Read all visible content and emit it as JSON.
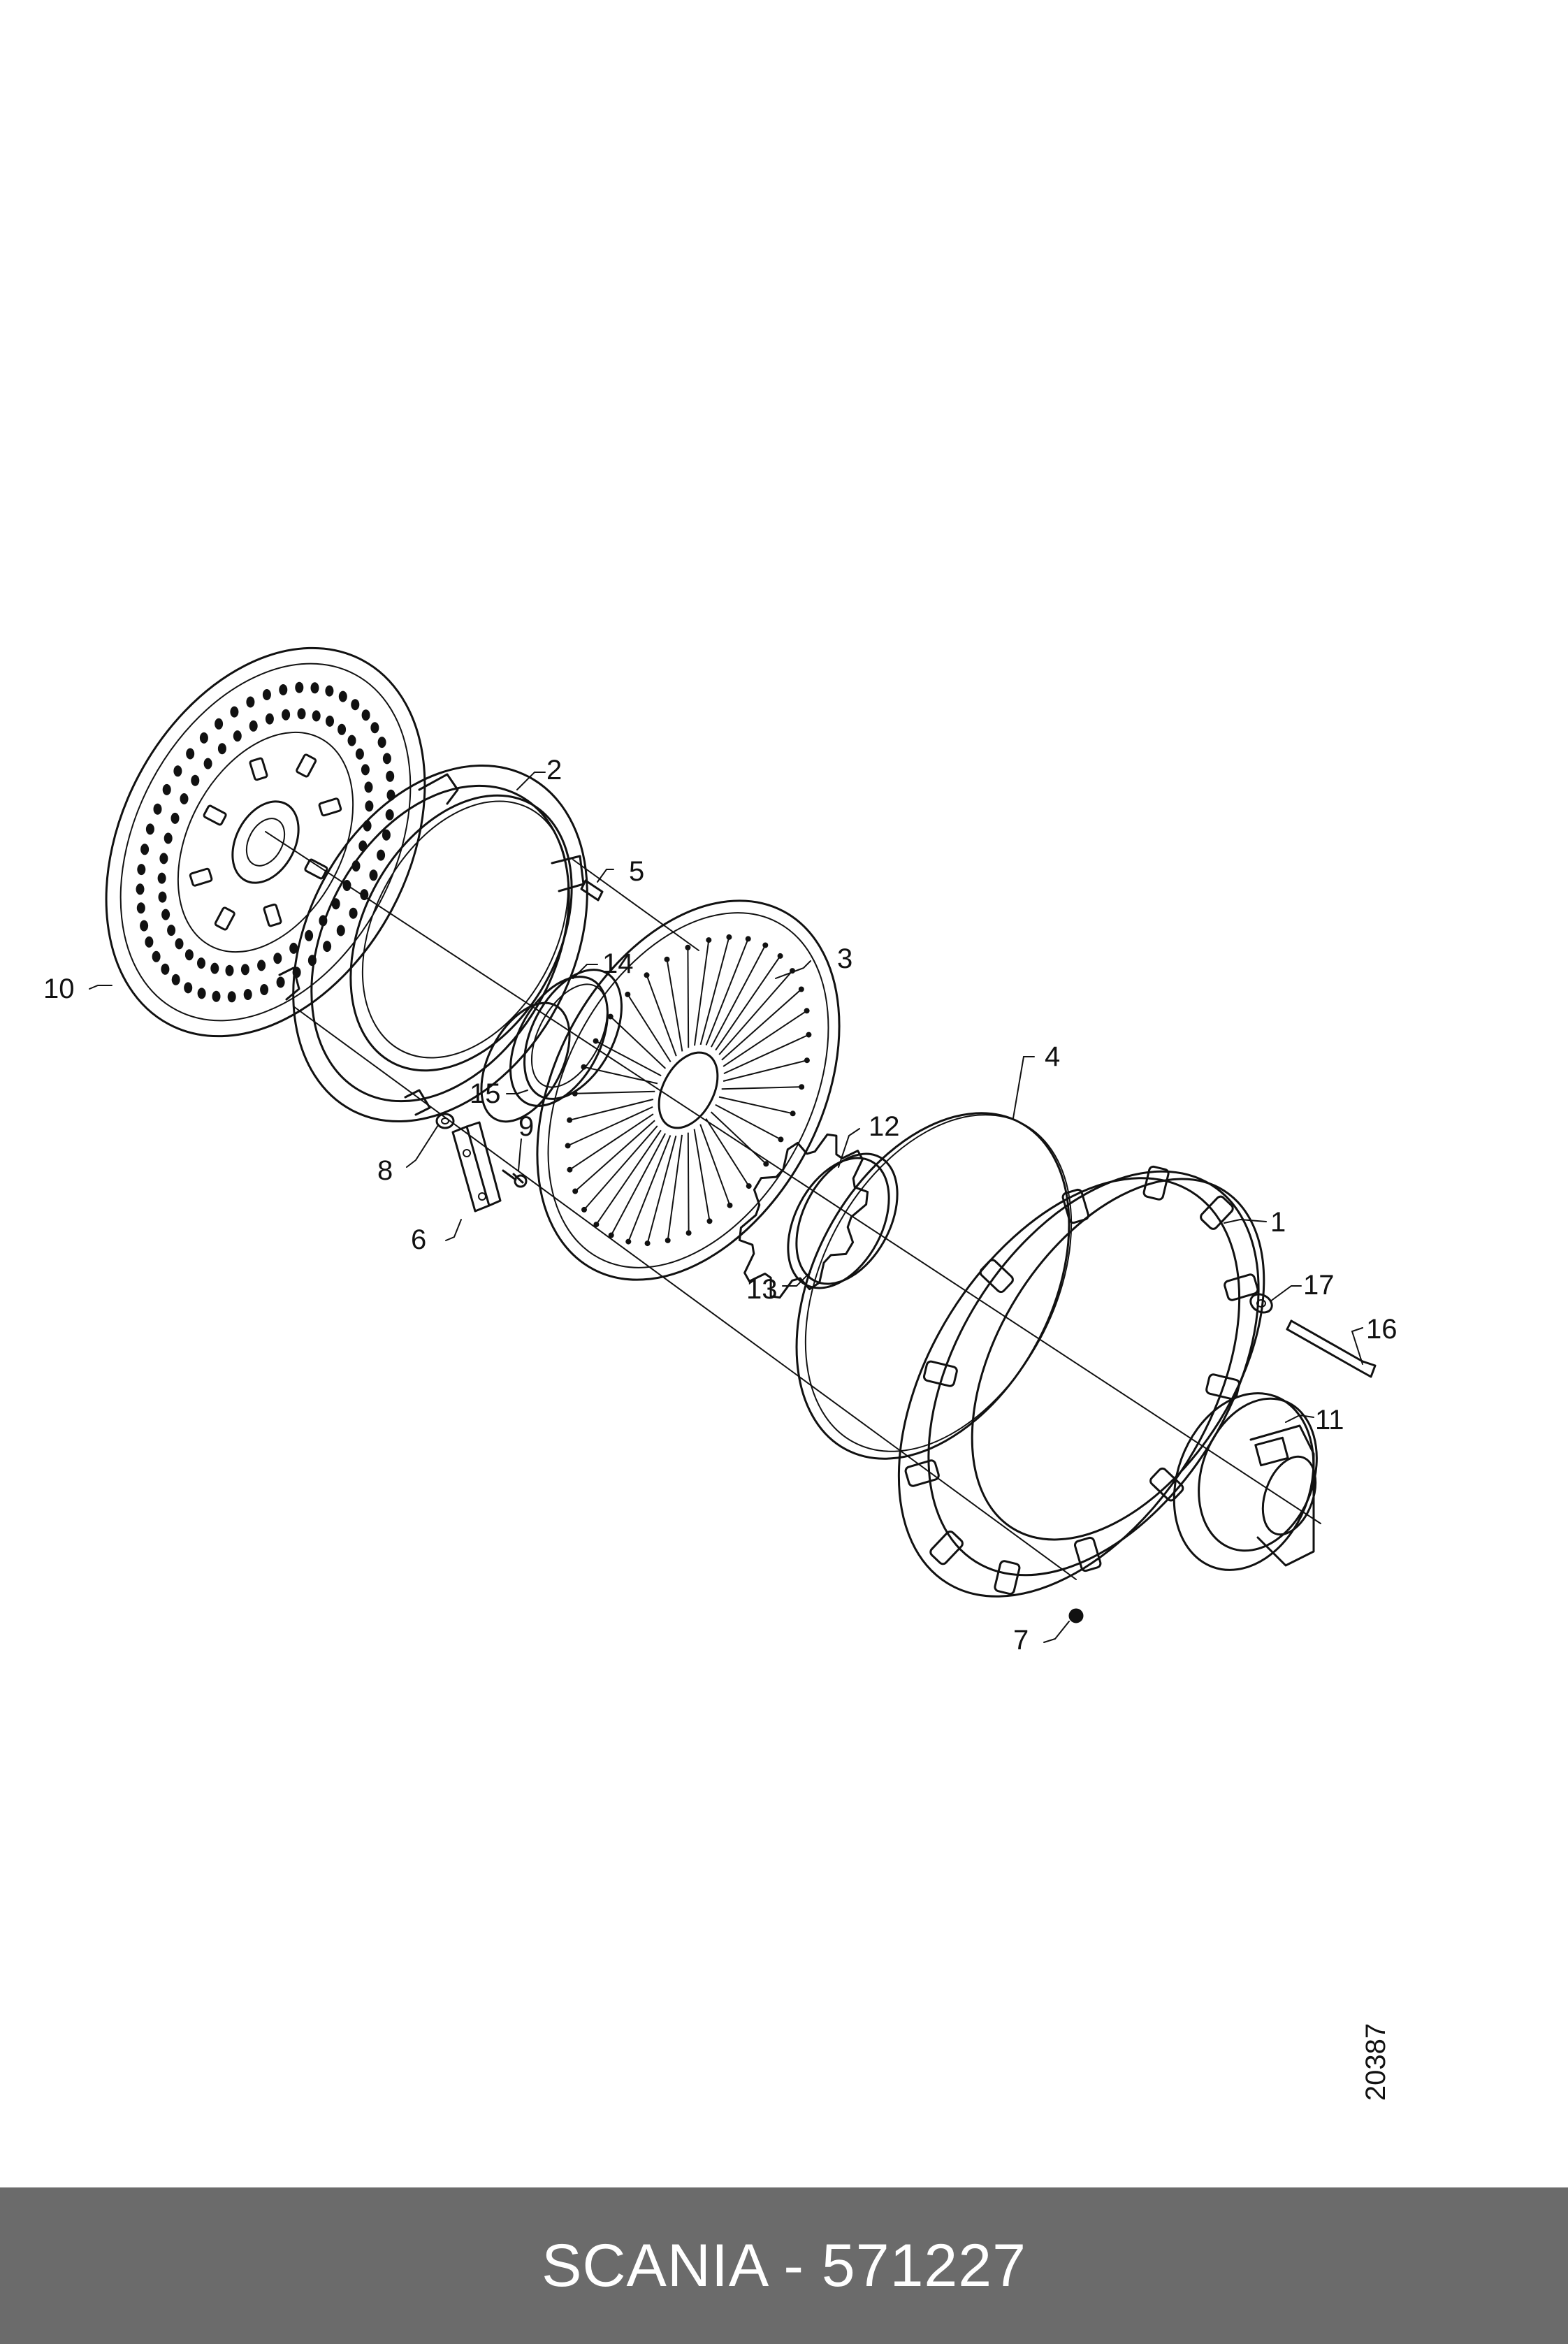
{
  "diagram": {
    "callouts": [
      {
        "id": "c1",
        "label": "1"
      },
      {
        "id": "c2",
        "label": "2"
      },
      {
        "id": "c3",
        "label": "3"
      },
      {
        "id": "c4",
        "label": "4"
      },
      {
        "id": "c5",
        "label": "5"
      },
      {
        "id": "c6",
        "label": "6"
      },
      {
        "id": "c7",
        "label": "7"
      },
      {
        "id": "c8",
        "label": "8"
      },
      {
        "id": "c9",
        "label": "9"
      },
      {
        "id": "c10",
        "label": "10"
      },
      {
        "id": "c11",
        "label": "11"
      },
      {
        "id": "c12",
        "label": "12"
      },
      {
        "id": "c13",
        "label": "13"
      },
      {
        "id": "c14",
        "label": "14"
      },
      {
        "id": "c15",
        "label": "15"
      },
      {
        "id": "c16",
        "label": "16"
      },
      {
        "id": "c17",
        "label": "17"
      }
    ],
    "reference_number": "20387"
  },
  "footer": {
    "text": "SCANIA - 571227",
    "background": "#6b6b6b",
    "text_color": "#ffffff"
  }
}
